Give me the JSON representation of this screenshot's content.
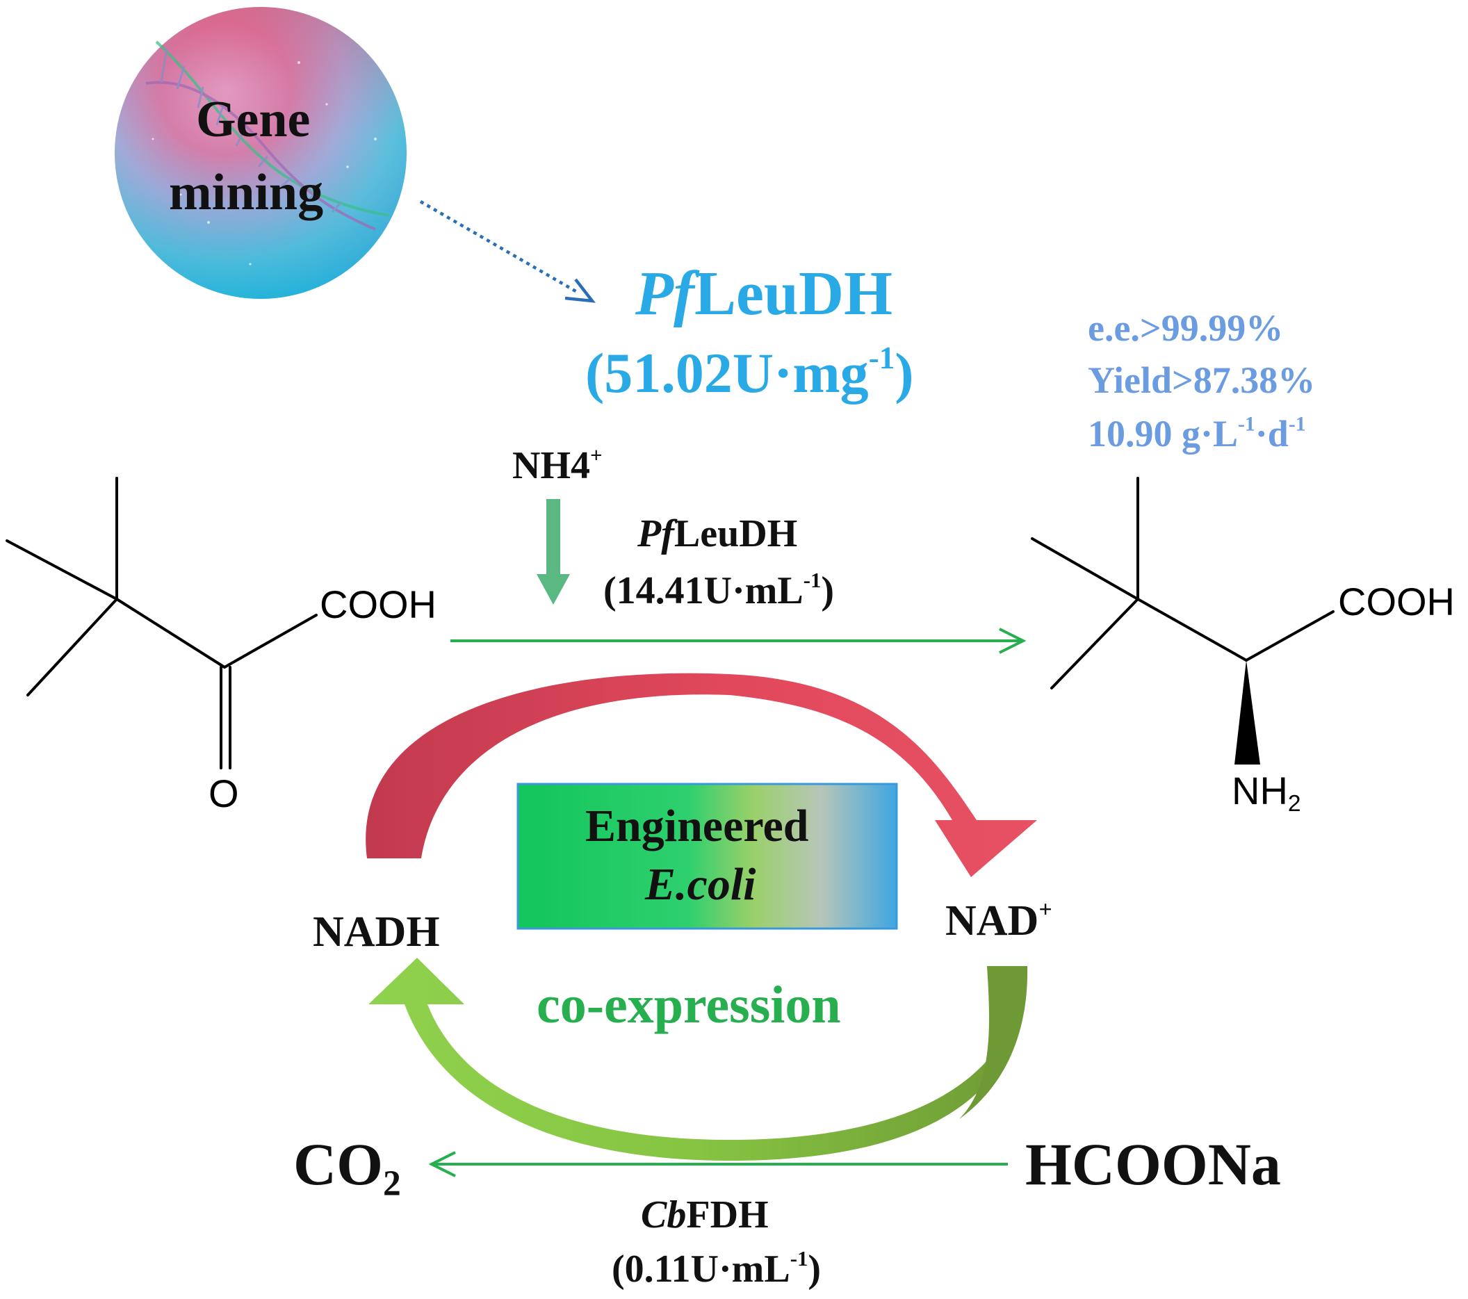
{
  "gene_mining": {
    "line1": "Gene",
    "line2": "mining"
  },
  "enzyme_main": {
    "prefix": "Pf",
    "name": "LeuDH",
    "activity_open": "(51.02U·mg",
    "activity_sup": "-1",
    "activity_close": ")"
  },
  "yield_stats": {
    "ee": "e.e.>99.99%",
    "yield": "Yield>87.38%",
    "productivity_a": "10.90 g·L",
    "sup1": "-1",
    "productivity_b": "·d",
    "sup2": "-1"
  },
  "ammonium": {
    "base": "NH4",
    "sup": "+"
  },
  "enzyme_reaction": {
    "prefix": "Pf",
    "name": "LeuDH",
    "conc_open": "(14.41U·mL",
    "conc_sup": "-1",
    "conc_close": ")"
  },
  "substrate": {
    "cooh": "COOH",
    "oxygen": "O"
  },
  "product": {
    "cooh": "COOH",
    "nh": "NH",
    "nh_sub": "2"
  },
  "cell_box": {
    "line1": "Engineered",
    "line2": "E.coli"
  },
  "cofactors": {
    "nadh": "NADH",
    "nad_base": "NAD",
    "nad_sup": "+"
  },
  "coexpression": "co-expression",
  "co2": {
    "base": "CO",
    "sub": "2"
  },
  "formate": "HCOONa",
  "fdh": {
    "prefix": "Cb",
    "name": "FDH",
    "conc_open": "(0.11U·mL",
    "conc_sup": "-1",
    "conc_close": ")"
  },
  "colors": {
    "enzyme_blue": "#29a9e6",
    "stats_blue": "#6b9be0",
    "arrow_green": "#27ae4f",
    "cycle_red": "#d94a5c",
    "cycle_green": "#7dba3f"
  }
}
